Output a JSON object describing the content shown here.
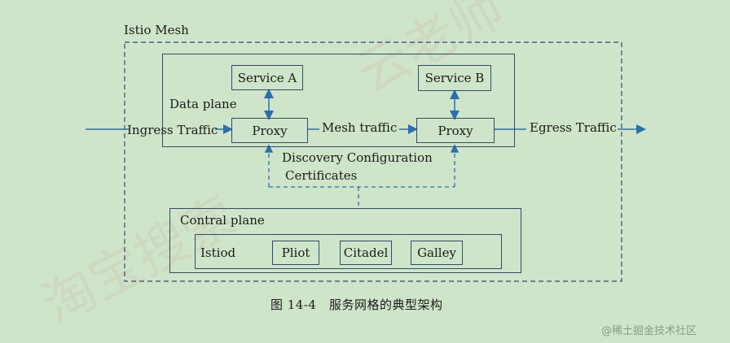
{
  "mesh_title": "Istio Mesh",
  "data_plane_label": "Data plane",
  "service_a": "Service A",
  "service_b": "Service B",
  "proxy_a": "Proxy",
  "proxy_b": "Proxy",
  "mesh_traffic": "Mesh traffic",
  "ingress": "Ingress Traffic",
  "egress": "Egress Traffic",
  "discovery_line1": "Discovery Configuration",
  "discovery_line2": "Certificates",
  "control_plane_label": "Contral plane",
  "istiod_label": "Istiod",
  "components": [
    "Pliot",
    "Citadel",
    "Galley"
  ],
  "caption": "图 14-4　服务网格的典型架构",
  "watermark": "@稀土掘金技术社区",
  "colors": {
    "background": "#cfe5c9",
    "line": "#2f4a6e",
    "arrow": "#2a6fb0"
  }
}
